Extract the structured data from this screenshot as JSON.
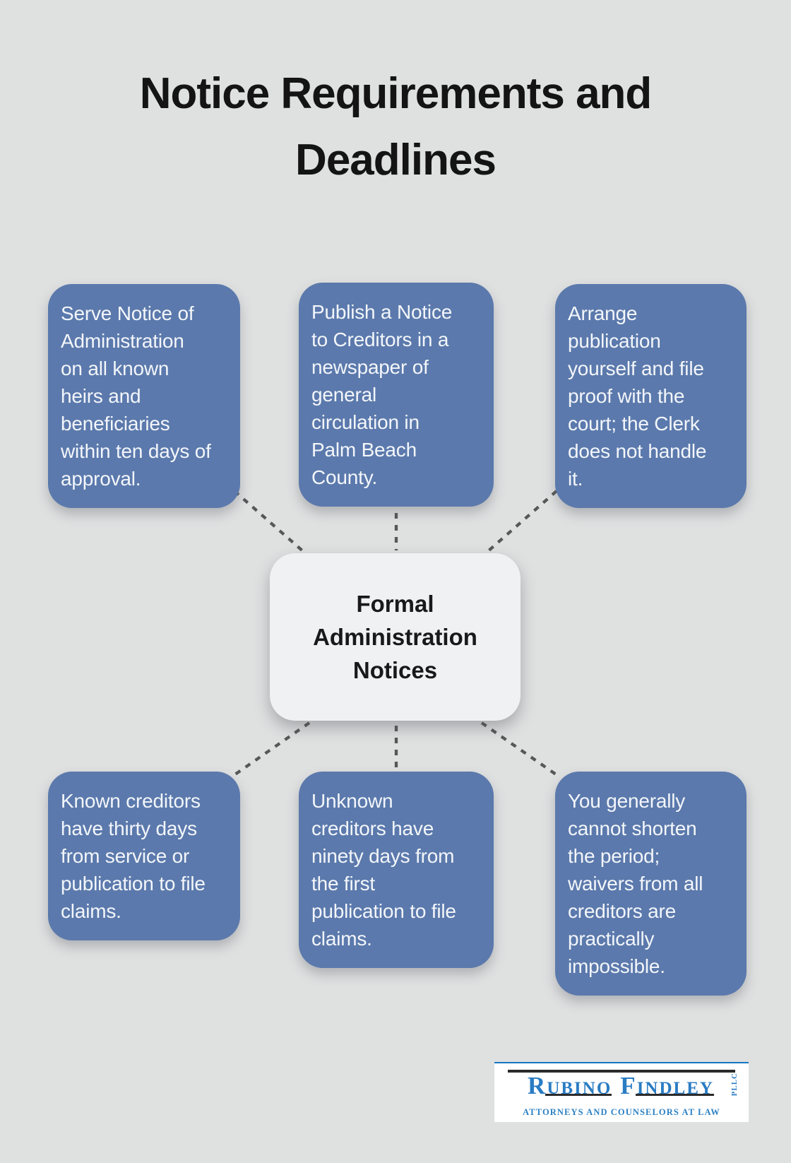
{
  "title": "Notice Requirements and\nDeadlines",
  "center_node": {
    "label": "Formal\nAdministration\nNotices"
  },
  "top_boxes": [
    "Serve Notice of\nAdministration\non all known\nheirs and\nbeneficiaries\nwithin ten days of\napproval.",
    "Publish a Notice\nto Creditors in a\nnewspaper of\ngeneral\ncirculation in\nPalm Beach\nCounty.",
    "Arrange\npublication\nyourself and file\nproof with the\ncourt; the Clerk\ndoes not handle\nit."
  ],
  "bottom_boxes": [
    "Known creditors\nhave thirty days\nfrom service or\npublication to file\nclaims.",
    "Unknown\ncreditors have\nninety days from\nthe first\npublication to file\nclaims.",
    "You generally\ncannot shorten\nthe period;\nwaivers from all\ncreditors are\npractically\nimpossible."
  ],
  "logo": {
    "firm_name_word1_initial": "R",
    "firm_name_word1_rest": "UBINO",
    "firm_name_word2_initial": "F",
    "firm_name_word2_rest": "INDLEY",
    "suffix": "PLLC",
    "tagline": "ATTORNEYS AND COUNSELORS AT LAW"
  },
  "colors": {
    "background": "#dfe0e0",
    "node_blue": "#5b79ac",
    "node_text": "#f3f6fa",
    "center_node_bg": "#f0f1f3",
    "title_text": "#141414",
    "connector_gray": "#575757",
    "logo_blue": "#2a7cc3",
    "logo_rule_dark": "#2b2b2b",
    "logo_border_blue": "#1878c2"
  }
}
